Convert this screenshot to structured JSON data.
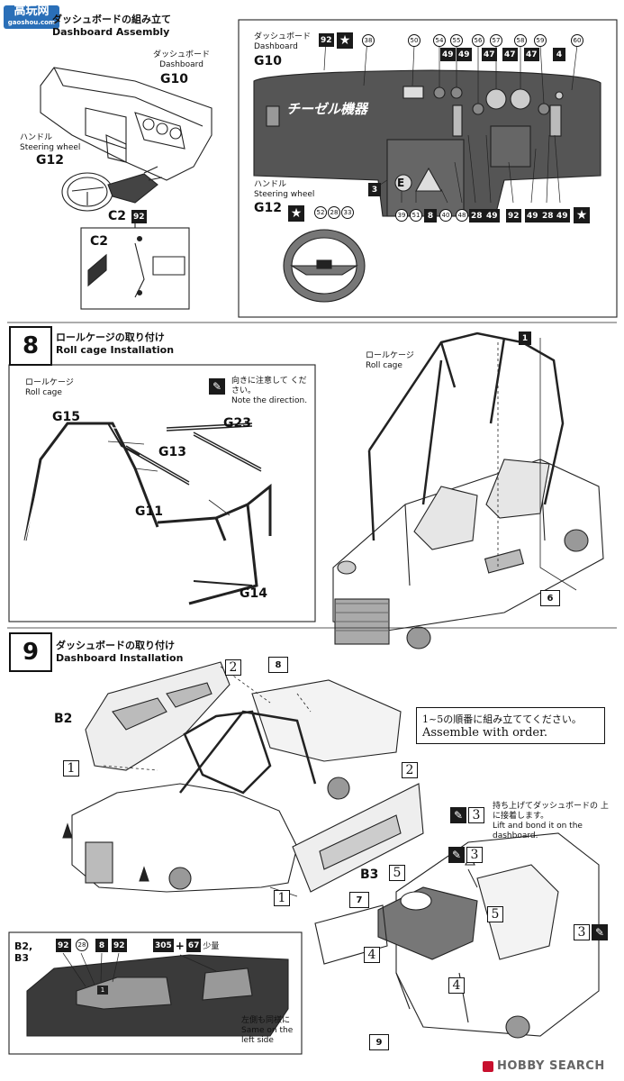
{
  "watermark_top": "高玩网",
  "watermark_top_url": "gaoshou.com",
  "watermark_bottom": "HOBBY SEARCH",
  "step7": {
    "title_jp": "ダッシュボードの組み立て",
    "title_en": "Dashboard Assembly",
    "dashboard_jp": "ダッシュボード",
    "dashboard_en": "Dashboard",
    "dashboard_part": "G10",
    "wheel_jp": "ハンドル",
    "wheel_en": "Steering wheel",
    "wheel_part": "G12",
    "c2_label": "C2",
    "c2_color": "92",
    "c2_detail": "C2",
    "inset": {
      "dashboard_jp": "ダッシュボード",
      "dashboard_en": "Dashboard",
      "dashboard_part": "G10",
      "top_colors": [
        "92",
        "38"
      ],
      "num_labels": [
        "50",
        "54",
        "55",
        "56",
        "57",
        "58",
        "59",
        "60"
      ],
      "mid_colors": [
        "49",
        "49",
        "47",
        "47",
        "47",
        "4"
      ],
      "logo_text": "チーゼル機器",
      "bottom_colors": [
        "3",
        "39",
        "51",
        "8",
        "40",
        "48",
        "28",
        "49",
        "92",
        "49",
        "28",
        "49"
      ],
      "e_letter": "E",
      "wheel_jp": "ハンドル",
      "wheel_en": "Steering wheel",
      "wheel_part": "G12",
      "wheel_colors": [
        "52",
        "28",
        "33"
      ]
    }
  },
  "step8": {
    "number": "8",
    "title_jp": "ロールケージの取り付け",
    "title_en": "Roll cage Installation",
    "cage_jp": "ロールケージ",
    "cage_en": "Roll cage",
    "note_jp": "向きに注意して ください。",
    "note_en": "Note the direction.",
    "parts": [
      "G15",
      "G23",
      "G13",
      "G11",
      "G14"
    ],
    "right_cage_jp": "ロールケージ",
    "right_cage_en": "Roll cage",
    "ref_1": "1",
    "ref_6": "6"
  },
  "step9": {
    "number": "9",
    "title_jp": "ダッシュボードの取り付け",
    "title_en": "Dashboard Installation",
    "b2": "B2",
    "b3": "B3",
    "order_jp": "1~5の順番に組み立ててください。",
    "order_en": "Assemble with order.",
    "ref_8": "8",
    "ref_7": "7",
    "ref_9": "9",
    "seq": [
      "1",
      "2",
      "1",
      "2",
      "3",
      "3",
      "3",
      "4",
      "4",
      "5",
      "5"
    ],
    "lift_jp": "持ち上げてダッシュボードの 上に接着します。",
    "lift_en": "Lift and bond it on the dashboard.",
    "panel_label": "B2, B3",
    "panel_colors": [
      "92",
      "28",
      "8",
      "92"
    ],
    "panel_mix": "305",
    "panel_plus": "+",
    "panel_mix2": "67",
    "panel_small": "少量",
    "panel_inner": "1",
    "same_jp": "左側も同様に",
    "same_en": "Same on the left side"
  }
}
